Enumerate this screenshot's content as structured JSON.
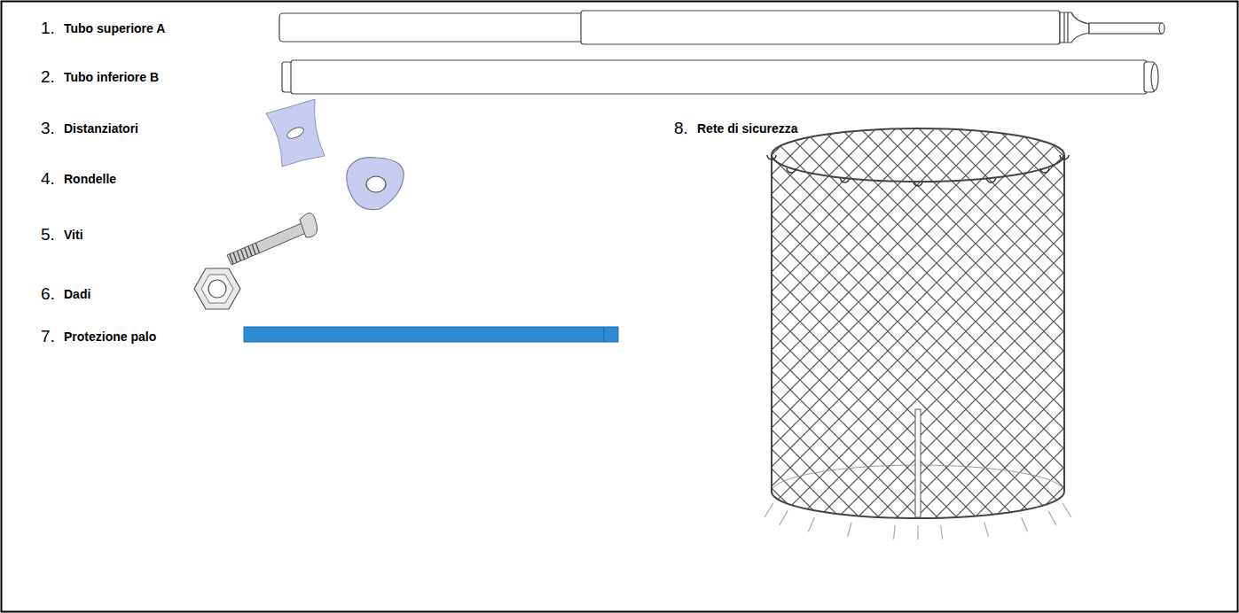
{
  "diagram": {
    "labels": [
      "1.",
      "Tubo superiore A",
      "2.",
      "Tubo inferiore B",
      "3.",
      "Distanziatori",
      "4.",
      "Rondelle",
      "5.",
      "Viti",
      "6.",
      "Dadi",
      "7.",
      "Protezione palo",
      "8.",
      "Rete di sicurezza"
    ]
  }
}
